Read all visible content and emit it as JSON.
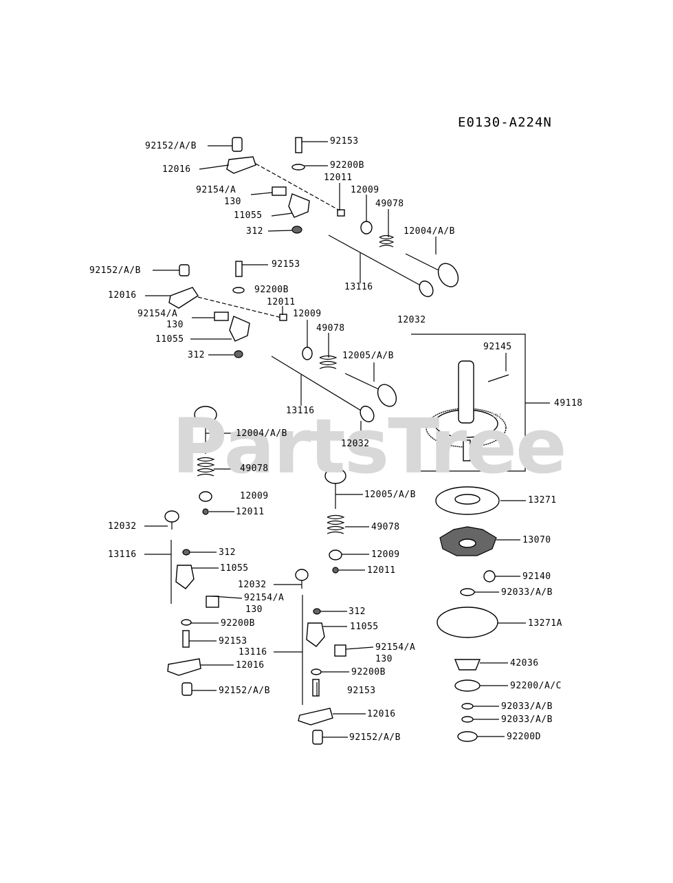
{
  "diagram_code": "E0130-A224N",
  "watermark": "PartsTree",
  "watermark_tm": "TM",
  "labels": [
    "92152/A/B",
    "92153",
    "12016",
    "92200B",
    "12011",
    "92154/A",
    "130",
    "12009",
    "49078",
    "11055",
    "312",
    "12004/A/B",
    "13116",
    "92152/A/B",
    "92153",
    "92200B",
    "12011",
    "12016",
    "12009",
    "49078",
    "92154/A",
    "130",
    "11055",
    "312",
    "12005/A/B",
    "12032",
    "92145",
    "49118",
    "13116",
    "12004/A/B",
    "12032",
    "49078",
    "12009",
    "12011",
    "12005/A/B",
    "13271",
    "12032",
    "13116",
    "13070",
    "49078",
    "312",
    "12009",
    "11055",
    "12011",
    "92140",
    "12032",
    "92154/A",
    "130",
    "92033/A/B",
    "92200B",
    "312",
    "13271A",
    "92153",
    "11055",
    "13116",
    "92154/A",
    "130",
    "12016",
    "42036",
    "92200B",
    "92152/A/B",
    "92153",
    "92200/A/C",
    "12016",
    "92033/A/B",
    "92033/A/B",
    "92152/A/B",
    "92200D"
  ]
}
